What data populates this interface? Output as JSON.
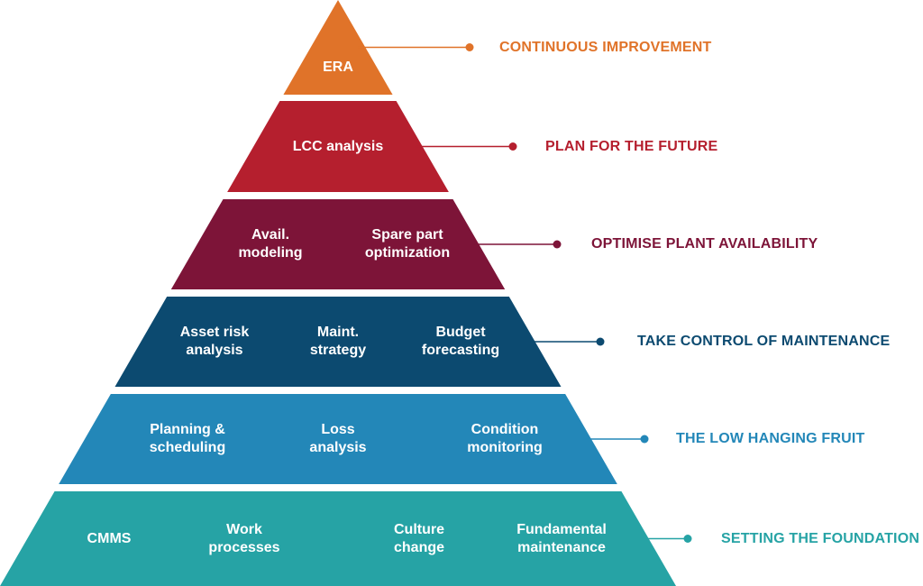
{
  "tiers": [
    {
      "goal": "CONTINUOUS IMPROVEMENT",
      "color": "#e07329",
      "items": [
        "ERA"
      ]
    },
    {
      "goal": "PLAN FOR THE FUTURE",
      "color": "#b51f2e",
      "items": [
        "LCC analysis"
      ]
    },
    {
      "goal": "OPTIMISE PLANT AVAILABILITY",
      "color": "#7d1438",
      "items": [
        "Avail.\nmodeling",
        "Spare part\noptimization"
      ]
    },
    {
      "goal": "TAKE CONTROL OF MAINTENANCE",
      "color": "#0c4a70",
      "items": [
        "Asset risk\nanalysis",
        "Maint.\nstrategy",
        "Budget\nforecasting"
      ]
    },
    {
      "goal": "THE LOW HANGING FRUIT",
      "color": "#2387b8",
      "items": [
        "Planning &\nscheduling",
        "Loss\nanalysis",
        "Condition\nmonitoring"
      ]
    },
    {
      "goal": "SETTING THE FOUNDATION",
      "color": "#26a3a5",
      "items": [
        "CMMS",
        "Work\nprocesses",
        "Culture\nchange",
        "Fundamental\nmaintenance"
      ]
    }
  ]
}
